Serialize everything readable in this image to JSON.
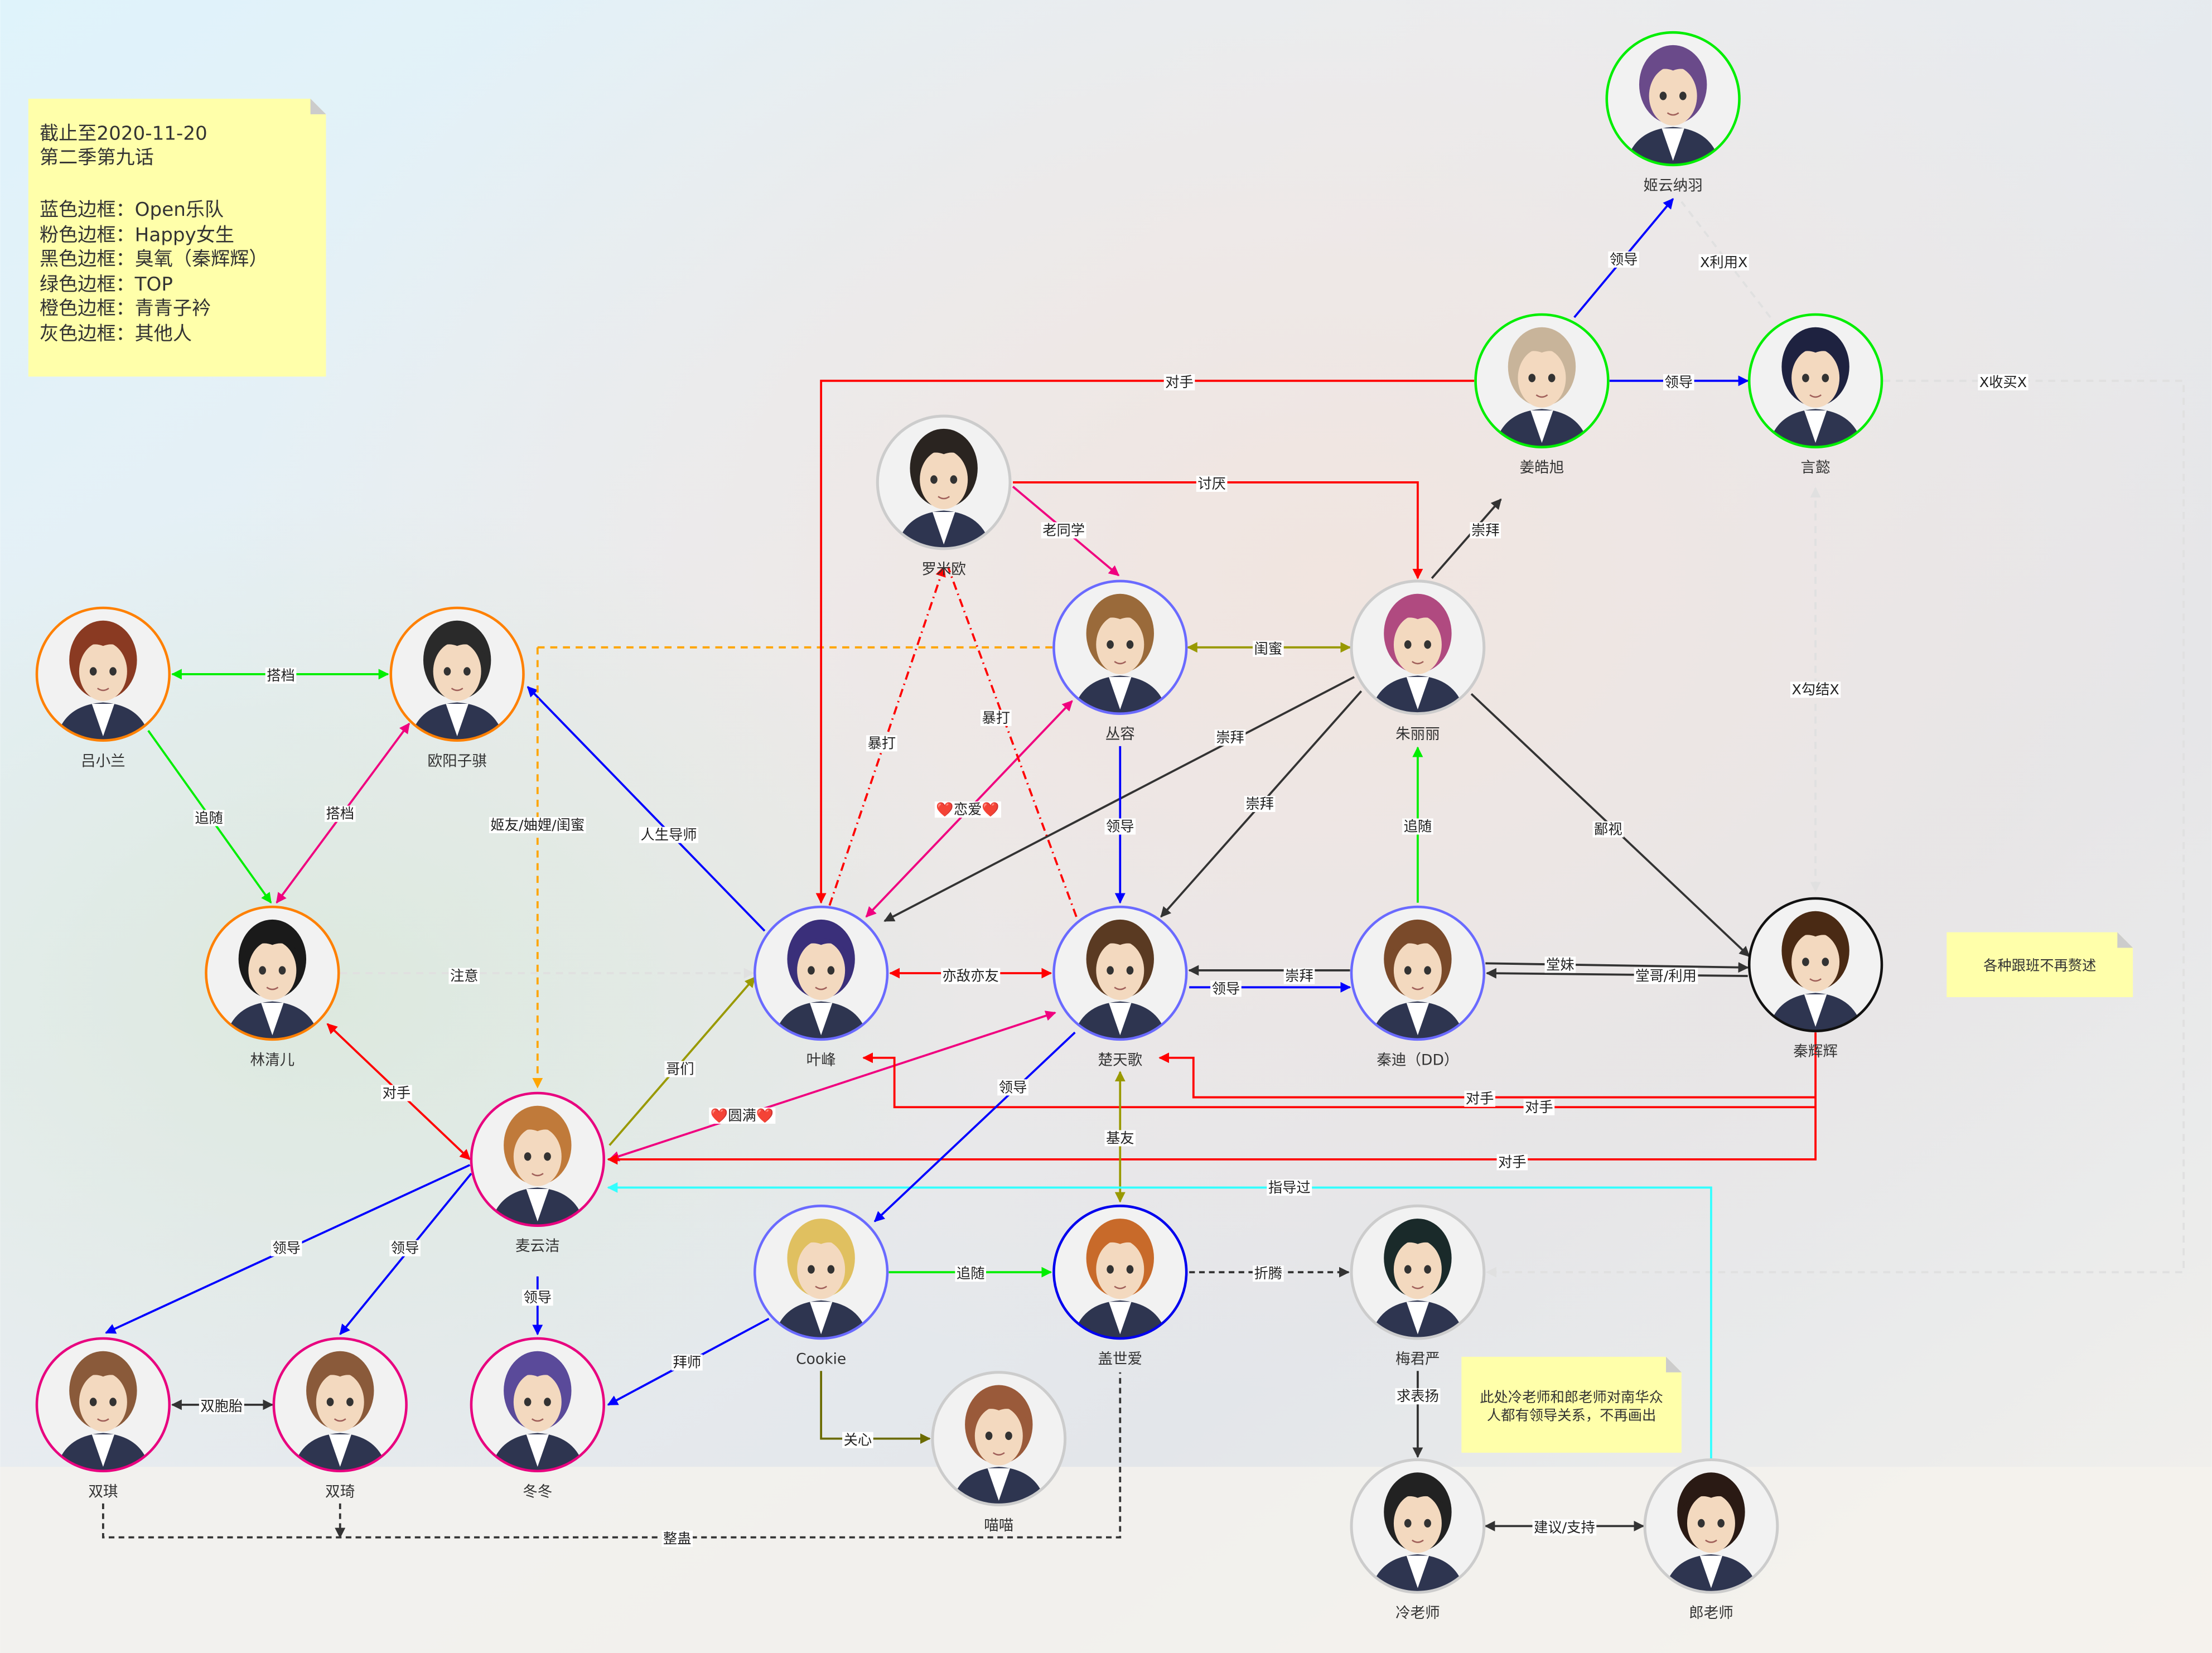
{
  "legend_note": {
    "lines": [
      "截止至2020-11-20",
      "第二季第九话",
      "",
      "蓝色边框：Open乐队",
      "粉色边框：Happy女生",
      "黑色边框：臭氧（秦辉辉）",
      "绿色边框：TOP",
      "橙色边框：青青子衿",
      "灰色边框：其他人"
    ]
  },
  "followers_note": "各种跟班不再赘述",
  "teachers_note": [
    "此处冷老师和郎老师对南华众",
    "人都有领导关系，不再画出"
  ],
  "colors": {
    "blue_border": "#6a6aff",
    "blue_dark_border": "#0000ee",
    "pink_border": "#e8007f",
    "black_border": "#111111",
    "green_border": "#00ee00",
    "orange_border": "#ff8000",
    "gray_border": "#cccccc",
    "red": "#ff0000",
    "blue": "#0000ff",
    "green": "#00ee00",
    "pink": "#f0007f",
    "olive": "#999900",
    "darkolive": "#6b6b00",
    "black": "#333333",
    "orange": "#ffa500",
    "cyan": "#33ffff",
    "lightgray": "#e0e0e0",
    "note": "#ffffaa"
  },
  "nodes": [
    {
      "id": "jiyun",
      "name": "姬云纳羽",
      "border": "green_border",
      "hair": "#6a4a8a"
    },
    {
      "id": "jiang",
      "name": "姜皓旭",
      "border": "green_border",
      "hair": "#c8b49a"
    },
    {
      "id": "yanyi",
      "name": "言懿",
      "border": "green_border",
      "hair": "#1e2240"
    },
    {
      "id": "romeo",
      "name": "罗米欧",
      "border": "gray_border",
      "hair": "#2a2420"
    },
    {
      "id": "congrong",
      "name": "丛容",
      "border": "blue_border",
      "hair": "#9a6a3a"
    },
    {
      "id": "zhulili",
      "name": "朱丽丽",
      "border": "gray_border",
      "hair": "#b04a80"
    },
    {
      "id": "lvxiaolan",
      "name": "吕小兰",
      "border": "orange_border",
      "hair": "#8a3a22"
    },
    {
      "id": "ouyang",
      "name": "欧阳子骐",
      "border": "orange_border",
      "hair": "#2a2a2a"
    },
    {
      "id": "linqing",
      "name": "林清儿",
      "border": "orange_border",
      "hair": "#1a1a1a"
    },
    {
      "id": "yefeng",
      "name": "叶峰",
      "border": "blue_border",
      "hair": "#3a2f7a"
    },
    {
      "id": "chutiange",
      "name": "楚天歌",
      "border": "blue_border",
      "hair": "#5a3a22"
    },
    {
      "id": "qindi",
      "name": "秦迪（DD）",
      "border": "blue_border",
      "hair": "#7a4a2a"
    },
    {
      "id": "qinhuihui",
      "name": "秦辉辉",
      "border": "black_border",
      "hair": "#4a2a14"
    },
    {
      "id": "maiyunjie",
      "name": "麦云洁",
      "border": "pink_border",
      "hair": "#c07a3a"
    },
    {
      "id": "cookie",
      "name": "Cookie",
      "border": "blue_border",
      "hair": "#e0c060"
    },
    {
      "id": "gaishiai",
      "name": "盖世爱",
      "border": "blue_dark_border",
      "hair": "#c86a2a"
    },
    {
      "id": "meijunyan",
      "name": "梅君严",
      "border": "gray_border",
      "hair": "#1a2a2a"
    },
    {
      "id": "shuangqi1",
      "name": "双琪",
      "border": "pink_border",
      "hair": "#8a5a3a"
    },
    {
      "id": "shuangqi2",
      "name": "双琦",
      "border": "pink_border",
      "hair": "#8a5a3a"
    },
    {
      "id": "dongdong",
      "name": "冬冬",
      "border": "pink_border",
      "hair": "#5a4a9a"
    },
    {
      "id": "miaomiao",
      "name": "喵喵",
      "border": "gray_border",
      "hair": "#9a5a3a"
    },
    {
      "id": "lenglaoshi",
      "name": "冷老师",
      "border": "gray_border",
      "hair": "#222222"
    },
    {
      "id": "langlaoshi",
      "name": "郎老师",
      "border": "gray_border",
      "hair": "#2a1a14"
    }
  ],
  "edges": [
    {
      "label": "搭档"
    },
    {
      "label": "追随"
    },
    {
      "label": "搭档"
    },
    {
      "label": "人生导师"
    },
    {
      "label": "姬友/妯娌/闺蜜"
    },
    {
      "label": "注意"
    },
    {
      "label": "对手"
    },
    {
      "label": "哥们"
    },
    {
      "label": "❤️圆满❤️"
    },
    {
      "label": "亦敌亦友"
    },
    {
      "label": "❤️恋爱❤️"
    },
    {
      "label": "暴打"
    },
    {
      "label": "暴打"
    },
    {
      "label": "老同学"
    },
    {
      "label": "讨厌"
    },
    {
      "label": "对手"
    },
    {
      "label": "领导"
    },
    {
      "label": "领导"
    },
    {
      "label": "X利用X"
    },
    {
      "label": "X收买X"
    },
    {
      "label": "X勾结X"
    },
    {
      "label": "崇拜"
    },
    {
      "label": "闺蜜"
    },
    {
      "label": "崇拜"
    },
    {
      "label": "崇拜"
    },
    {
      "label": "鄙视"
    },
    {
      "label": "领导"
    },
    {
      "label": "追随"
    },
    {
      "label": "崇拜"
    },
    {
      "label": "领导"
    },
    {
      "label": "堂妹"
    },
    {
      "label": "堂哥/利用"
    },
    {
      "label": "对手"
    },
    {
      "label": "对手"
    },
    {
      "label": "对手"
    },
    {
      "label": "基友"
    },
    {
      "label": "指导过"
    },
    {
      "label": "领导"
    },
    {
      "label": "追随"
    },
    {
      "label": "折腾"
    },
    {
      "label": "领导"
    },
    {
      "label": "领导"
    },
    {
      "label": "领导"
    },
    {
      "label": "拜师"
    },
    {
      "label": "双胞胎"
    },
    {
      "label": "关心"
    },
    {
      "label": "整蛊"
    },
    {
      "label": "求表扬"
    },
    {
      "label": "建议/支持"
    }
  ]
}
